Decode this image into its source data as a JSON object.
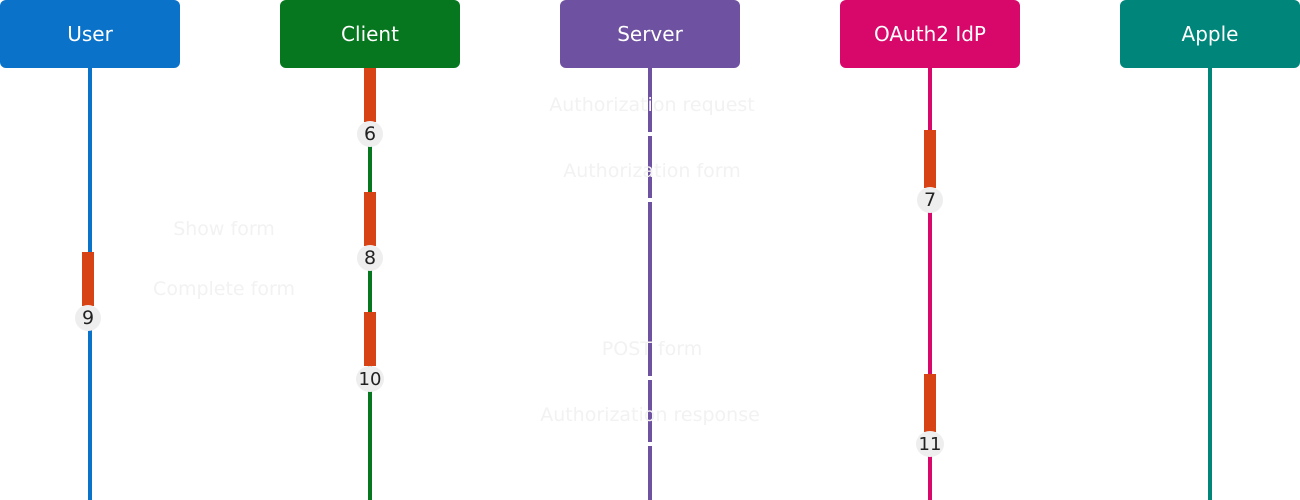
{
  "colors": {
    "user": "#0b72c9",
    "client": "#06771e",
    "server": "#6f51a1",
    "idp": "#d8076a",
    "apple": "#00857a",
    "activation": "#d84315",
    "badge": "#eeeeee"
  },
  "actors": [
    {
      "id": "user",
      "label": "User"
    },
    {
      "id": "client",
      "label": "Client"
    },
    {
      "id": "server",
      "label": "Server"
    },
    {
      "id": "idp",
      "label": "OAuth2 IdP"
    },
    {
      "id": "apple",
      "label": "Apple"
    }
  ],
  "messages": [
    {
      "text": "Authorization request"
    },
    {
      "text": "Authorization form"
    },
    {
      "text": "Show form"
    },
    {
      "text": "Complete form"
    },
    {
      "text": "POST form"
    },
    {
      "text": "Authorization response"
    }
  ],
  "steps": [
    "6",
    "7",
    "8",
    "9",
    "10",
    "11"
  ]
}
